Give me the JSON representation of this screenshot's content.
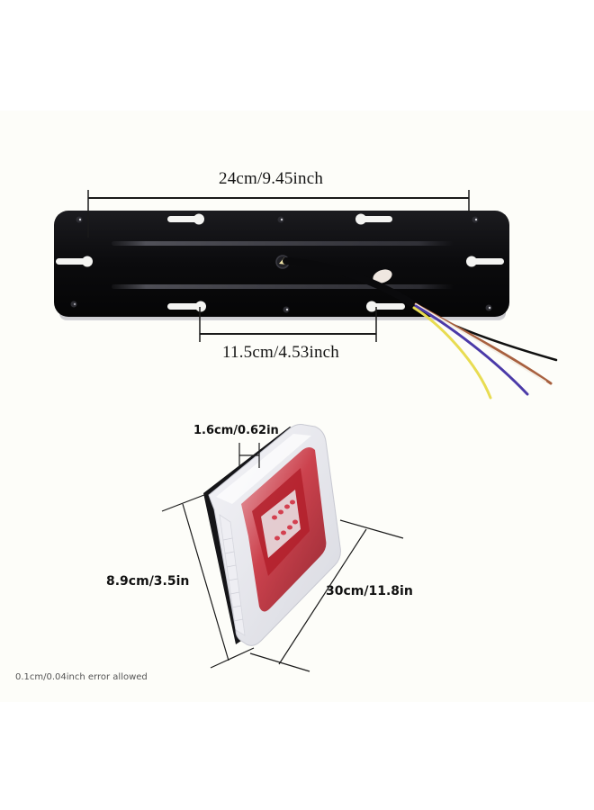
{
  "product": {
    "type": "LED trailer tail light",
    "views": [
      "back-plate-top-view",
      "lens-perspective-view"
    ]
  },
  "dimensions": {
    "overall_length_plate": "24cm/9.45inch",
    "mount_hole_spacing": "11.5cm/4.53inch",
    "depth": "1.6cm/0.62in",
    "height": "8.9cm/3.5in",
    "length": "30cm/11.8in"
  },
  "note": "0.1cm/0.04inch error allowed",
  "wires": [
    {
      "color_name": "yellow",
      "hex": "#e8dc52"
    },
    {
      "color_name": "purple",
      "hex": "#4b3aa8"
    },
    {
      "color_name": "white",
      "hex": "#f4efe6"
    },
    {
      "color_name": "brown",
      "hex": "#a8603f"
    },
    {
      "color_name": "black",
      "hex": "#111111"
    }
  ],
  "colors": {
    "background": "#ffffff",
    "panel": "#fdfdf9",
    "plate": "#0e0e10",
    "lens_red": "#c9303c",
    "lens_clear": "#e9eaef",
    "dimension_line": "#1a1a1a"
  }
}
